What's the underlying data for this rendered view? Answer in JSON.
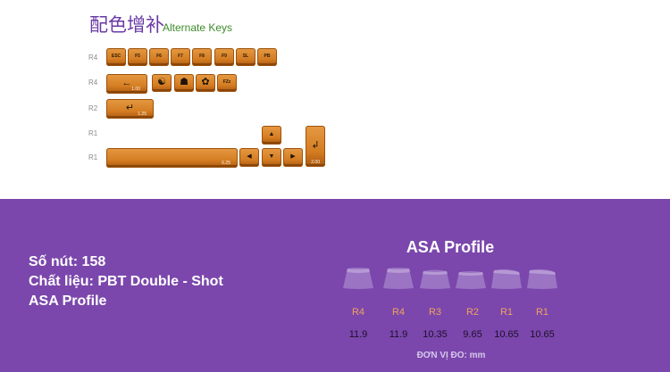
{
  "header": {
    "title_cn": "配色增补",
    "title_en": "Alternate Keys"
  },
  "rows": {
    "row1": "R4",
    "row2": "R4",
    "row3": "R2",
    "row4": "R1",
    "row5": "R1"
  },
  "keys": {
    "esc": "ESC",
    "f5": "F5",
    "f6": "F6",
    "f7": "F7",
    "f8": "F8",
    "f9": "F9",
    "sl": "SL",
    "pb": "PB",
    "backspace_icon": "←",
    "backspace_size": "1.00",
    "emblem_icon": "☯",
    "sake_icon": "☗",
    "flower_icon": "✿",
    "fzz_label": "FZz",
    "enter_icon": "↵",
    "enter_size": "1.25",
    "spacebar_size": "6.25",
    "up_icon": "▲",
    "left_icon": "◀",
    "down_icon": "▼",
    "right_icon": "▶",
    "tall_enter_icon": "↲",
    "tall_enter_size": "2.00"
  },
  "specs": {
    "count": "Số nút: 158",
    "material": "Chất liệu: PBT Double - Shot",
    "profile": "ASA Profile"
  },
  "profile_chart": {
    "title": "ASA Profile",
    "rows": [
      "R4",
      "R4",
      "R3",
      "R2",
      "R1",
      "R1"
    ],
    "heights": [
      "11.9",
      "11.9",
      "10.35",
      "9.65",
      "10.65",
      "10.65"
    ],
    "unit_label": "ĐƠN VỊ ĐO: mm"
  },
  "colors": {
    "keycap_orange": "#d57d22",
    "footer_purple": "#7b47ac",
    "title_purple": "#6a3aa5",
    "title_green": "#3c8c2a",
    "row_label_orange": "#f0a35c"
  }
}
